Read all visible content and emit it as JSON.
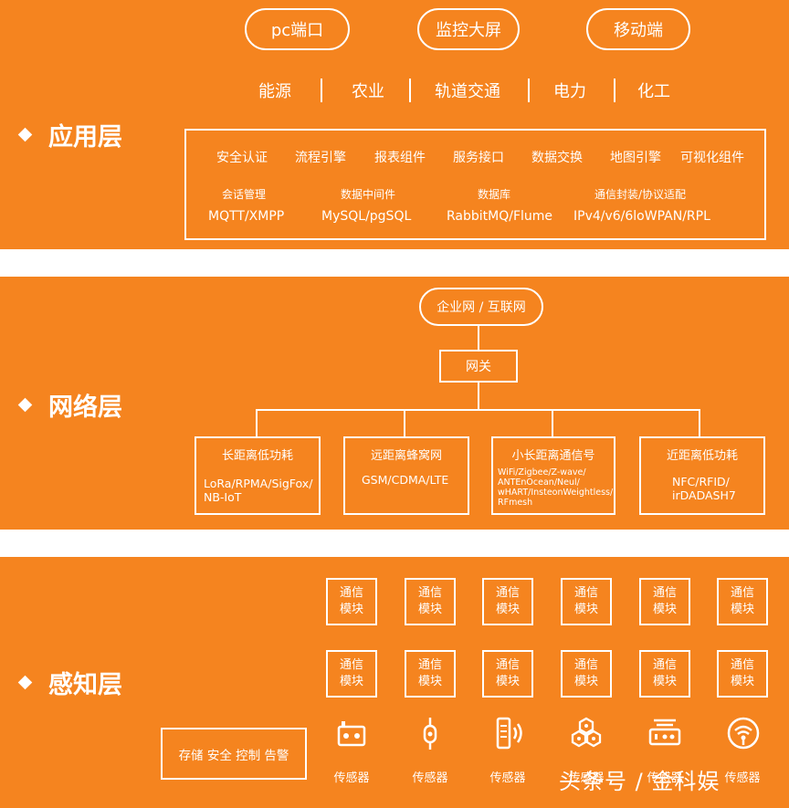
{
  "application_layer": {
    "title": "应用层",
    "clients": [
      "pc端口",
      "监控大屏",
      "移动端"
    ],
    "industries": [
      "能源",
      "农业",
      "轨道交通",
      "电力",
      "化工"
    ],
    "components_row1": [
      "安全认证",
      "流程引擎",
      "报表组件",
      "服务接口",
      "数据交换",
      "地图引擎",
      "可视化组件"
    ],
    "components_row2": [
      {
        "name": "会话管理",
        "detail": "MQTT/XMPP"
      },
      {
        "name": "数据中间件",
        "detail": "MySQL/pgSQL"
      },
      {
        "name": "数据库",
        "detail": "RabbitMQ/Flume"
      },
      {
        "name": "通信封装/协议适配",
        "detail": "IPv4/v6/6loWPAN/RPL"
      }
    ]
  },
  "network_layer": {
    "title": "网络层",
    "top_node": "企业网 / 互联网",
    "gateway": "网关",
    "nodes": [
      {
        "title": "长距离低功耗",
        "detail": [
          "LoRa/RPMA/SigFox/",
          "NB-IoT"
        ]
      },
      {
        "title": "远距离蜂窝网",
        "detail": [
          "GSM/CDMA/LTE"
        ]
      },
      {
        "title": "小长距离通信号",
        "detail": [
          "WiFi/Zigbee/Z-wave/",
          "ANTEnOcean/Neul/",
          "wHART/InsteonWeightless/",
          "RFmesh"
        ]
      },
      {
        "title": "近距离低功耗",
        "detail": [
          "NFC/RFID/",
          "irDADASH7"
        ]
      }
    ]
  },
  "perception_layer": {
    "title": "感知层",
    "module_line1": "通信",
    "module_line2": "模块",
    "functions": "存储 安全 控制 告警",
    "sensor_label": "传感器",
    "sensor_icons": [
      "radio-device-icon",
      "probe-sensor-icon",
      "signal-device-icon",
      "hexagon-cluster-icon",
      "router-device-icon",
      "wifi-badge-icon"
    ]
  },
  "watermark": "头条号 / 金科娱"
}
